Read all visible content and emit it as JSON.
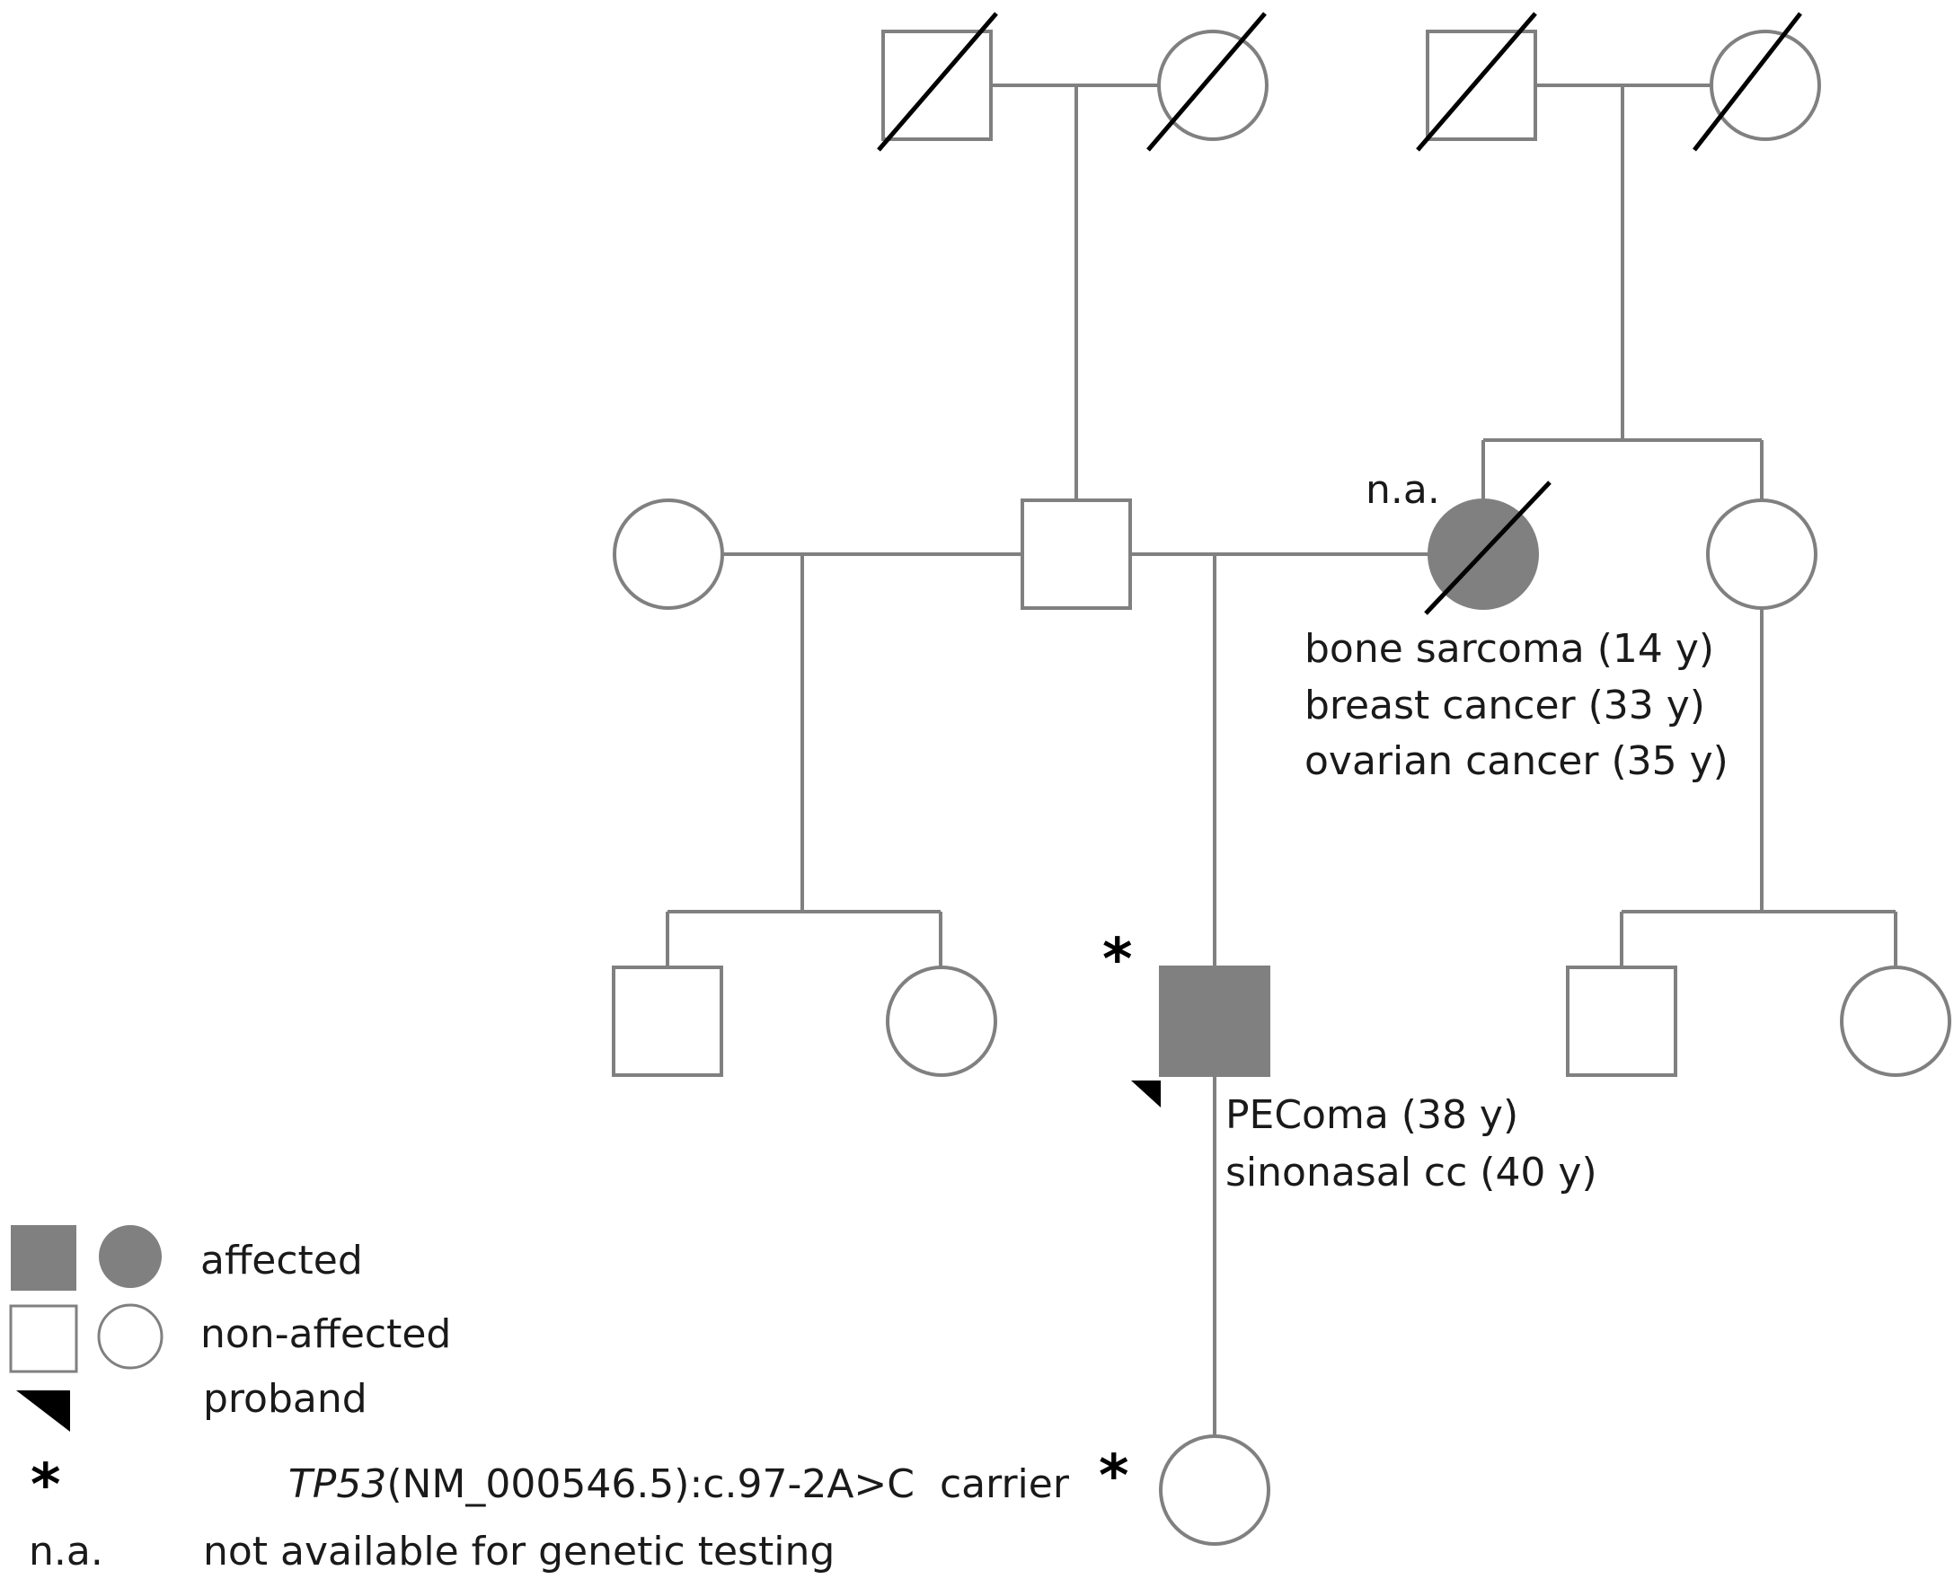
{
  "colors": {
    "line": "#808080",
    "affected": "#808080",
    "slash": "#000000",
    "text": "#1a1a1a"
  },
  "annotations": {
    "grandmother_status": "n.a.",
    "aunt_dx1": "bone sarcoma (14 y)",
    "aunt_dx2": "breast cancer (33 y)",
    "aunt_dx3": "ovarian cancer (35 y)",
    "proband_dx1": "PEComa (38 y)",
    "proband_dx2": "sinonasal cc (40 y)",
    "carrier_mark": "*"
  },
  "legend": {
    "affected": "affected",
    "non_affected": "non-affected",
    "proband": "proband",
    "carrier_symbol": "*",
    "carrier_gene": "TP53",
    "carrier_rest": "(NM_000546.5):c.97-2A>C  carrier",
    "na_symbol": "n.a.",
    "na_text": "not available for genetic testing"
  }
}
